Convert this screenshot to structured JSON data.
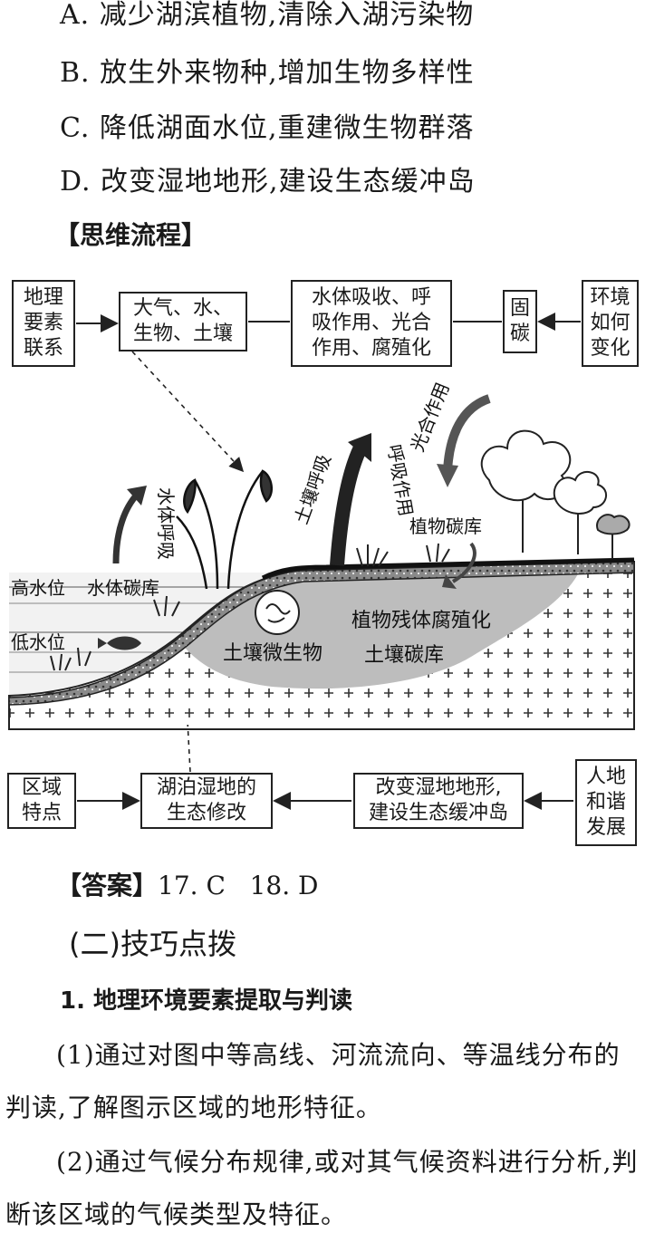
{
  "options": [
    "A. 减少湖滨植物,清除入湖污染物",
    "B. 放生外来物种,增加生物多样性",
    "C. 降低湖面水位,重建微生物群落",
    "D. 改变湿地地形,建设生态缓冲岛"
  ],
  "thinking_flow": {
    "title": "【思维流程】",
    "top_row": [
      "地理\n要素\n联系",
      "大气、水、\n生物、土壤",
      "水体吸收、呼\n吸作用、光合\n作用、腐殖化",
      "固\n碳",
      "环境\n如何\n变化"
    ],
    "bottom_row": [
      "区域\n特点",
      "湖泊湿地的\n生态修改",
      "改变湿地地形,\n建设生态缓冲岛",
      "人地\n和谐\n发展"
    ],
    "illustration_labels": {
      "high_water": "高水位",
      "water_carbon": "水体碳库",
      "low_water": "低水位",
      "water_respiration": "水体呼吸",
      "soil_respiration": "土壤呼吸",
      "respiration": "呼吸作用",
      "photosynthesis": "光合作用",
      "plant_carbon": "植物碳库",
      "humification": "植物残体腐殖化",
      "soil_microbes": "土壤微生物",
      "soil_carbon": "土壤碳库"
    }
  },
  "answer": {
    "label": "【答案】",
    "text": "17. C   18. D"
  },
  "section_title": "(二)技巧点拨",
  "subsection_title": "1. 地理环境要素提取与判读",
  "paragraphs": [
    "(1)通过对图中等高线、河流流向、等温线分布的判读,了解图示区域的地形特征。",
    "(2)通过气候分布规律,或对其气候资料进行分析,判断该区域的气候类型及特征。"
  ]
}
